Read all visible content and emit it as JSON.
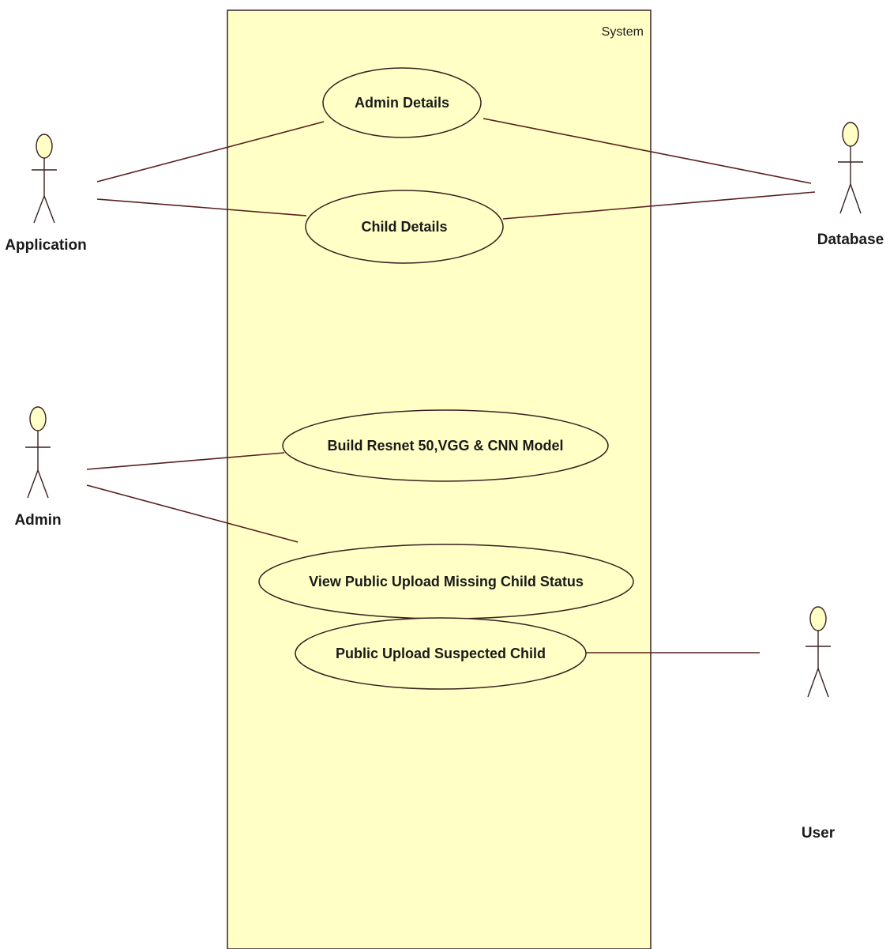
{
  "diagram": {
    "system_label": "System",
    "use_cases": {
      "admin_details": "Admin Details",
      "child_details": "Child Details",
      "build_model": "Build Resnet 50,VGG  & CNN Model",
      "view_status": "View Public Upload Missing Child Status",
      "public_upload": "Public Upload Suspected Child"
    },
    "actors": {
      "application": "Application",
      "database": "Database",
      "admin": "Admin",
      "user": "User"
    }
  },
  "colors": {
    "system_fill": "#ffffc6",
    "use_case_fill": "#ffffc6",
    "actor_head_fill": "#ffffc6",
    "line": "#5a1f1f",
    "outline": "#3a2020"
  }
}
